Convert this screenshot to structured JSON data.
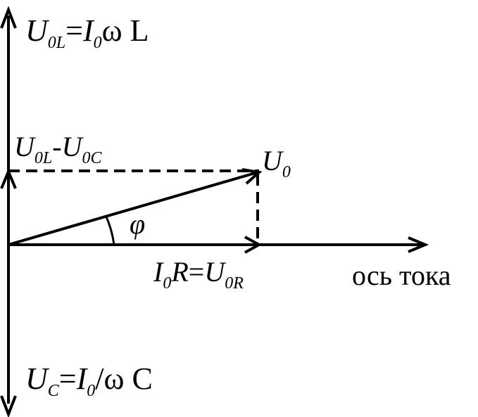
{
  "labels": {
    "ul_top": {
      "U": "U",
      "sub": "0L",
      "eq": "=",
      "I": "I",
      "isub": "0",
      "rest": "ω L"
    },
    "ul_minus_uc": {
      "U1": "U",
      "sub1": "0L",
      "minus": "-",
      "U2": "U",
      "sub2": "0C"
    },
    "u0": {
      "U": "U",
      "sub": "0"
    },
    "phi": "φ",
    "i0r": {
      "I": "I",
      "isub": "0",
      "R": "R",
      "eq": "=",
      "U": "U",
      "sub": "0R"
    },
    "current_axis": "ось тока",
    "uc_bottom": {
      "U": "U",
      "sub": "C",
      "eq": "=",
      "I": "I",
      "isub": "0",
      "rest": "/ω C"
    }
  },
  "colors": {
    "ink": "#000000",
    "background": "#ffffff"
  }
}
